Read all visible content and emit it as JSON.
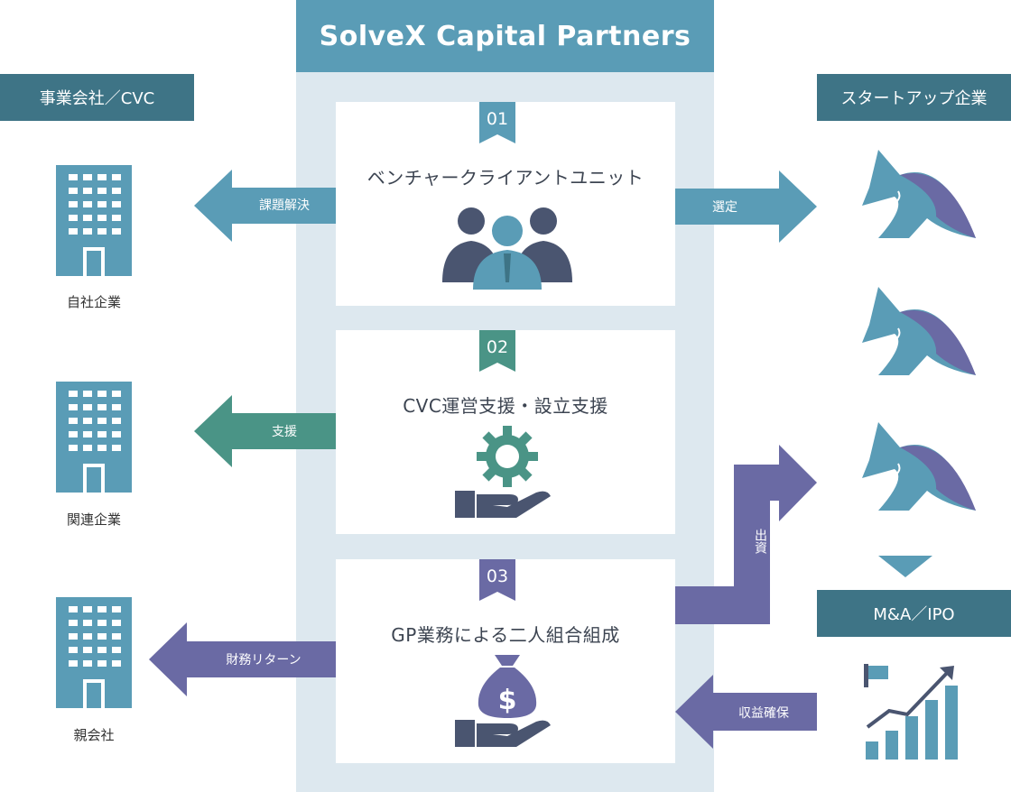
{
  "center": {
    "title": "SolveX Capital Partners"
  },
  "cards": [
    {
      "num": "01",
      "title": "ベンチャークライアントユニット",
      "color": "#5a9cb6"
    },
    {
      "num": "02",
      "title": "CVC運営支援・設立支援",
      "color": "#4a9486"
    },
    {
      "num": "03",
      "title": "GP業務による二人組合組成",
      "color": "#6a6aa4"
    }
  ],
  "left": {
    "header": "事業会社／CVC",
    "companies": [
      "自社企業",
      "関連企業",
      "親会社"
    ],
    "arrows": [
      "課題解決",
      "支援",
      "財務リターン"
    ]
  },
  "right": {
    "header": "スタートアップ企業",
    "exit_header": "M&A／IPO",
    "arrows": {
      "select": "選定",
      "invest": "出資",
      "profit": "収益確保"
    }
  },
  "colors": {
    "blue": "#5a9cb6",
    "teal": "#4a9486",
    "purple": "#6a6aa4",
    "navy": "#3e7486",
    "icon_dark": "#4a5570"
  }
}
